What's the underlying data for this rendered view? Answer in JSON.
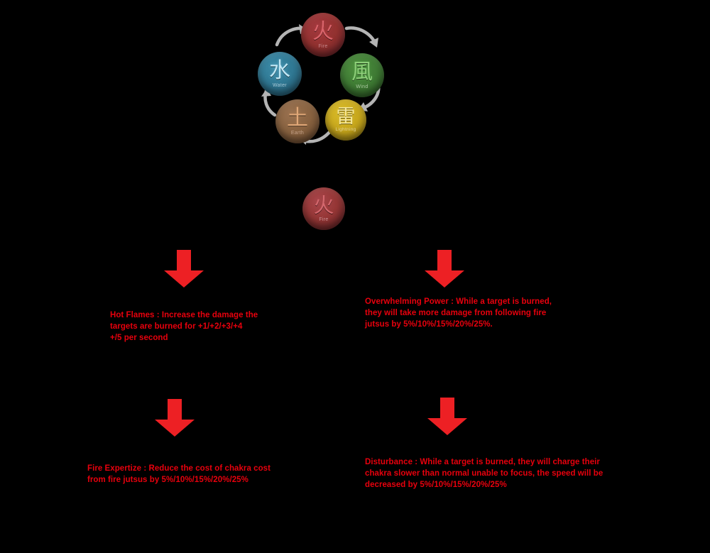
{
  "background_color": "#000000",
  "accent_colors": {
    "arrow_red": "#ed2024",
    "text_red": "#e8000d",
    "cycle_arrow_gray": "#b0b0b0"
  },
  "element_wheel": {
    "name": "elemental-chakra-nature-cycle",
    "nodes": [
      {
        "id": "fire",
        "kanji": "火",
        "label": "Fire",
        "color": "#92312f"
      },
      {
        "id": "wind",
        "kanji": "風",
        "label": "Wind",
        "color": "#3f7b34"
      },
      {
        "id": "lightning",
        "kanji": "雷",
        "label": "Lightning",
        "color": "#c6a61c"
      },
      {
        "id": "earth",
        "kanji": "土",
        "label": "Earth",
        "color": "#87613f"
      },
      {
        "id": "water",
        "kanji": "水",
        "label": "Water",
        "color": "#2f7792"
      }
    ]
  },
  "focus_element": {
    "kanji": "火",
    "label": "Fire",
    "color": "#953635"
  },
  "perks": [
    {
      "id": "hot-flames",
      "text": "Hot Flames : Increase the damage the\ntargets are burned for +1/+2/+3/+4\n+/5 per second"
    },
    {
      "id": "overwhelming-power",
      "text": "Overwhelming Power : While a target is burned,\nthey will take more damage from following  fire\njutsus by 5%/10%/15%/20%/25%."
    },
    {
      "id": "fire-expertize",
      "text": "Fire Expertize : Reduce the cost of chakra cost\nfrom fire jutsus by 5%/10%/15%/20%/25%"
    },
    {
      "id": "disturbance",
      "text": "Disturbance : While a target is burned, they will charge their\nchakra slower than normal unable to focus, the speed will be\ndecreased by 5%/10%/15%/20%/25%"
    }
  ]
}
